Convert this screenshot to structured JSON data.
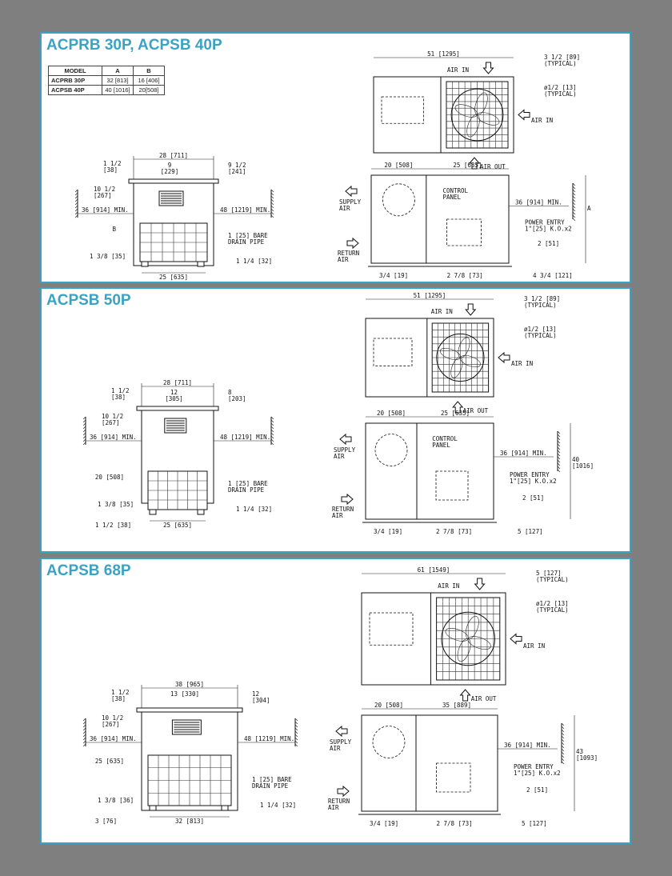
{
  "panels": [
    {
      "title": "ACPRB 30P, ACPSB 40P",
      "table": {
        "headers": [
          "MODEL",
          "A",
          "B"
        ],
        "rows": [
          [
            "ACPRB 30P",
            "32 [813]",
            "16 [406]"
          ],
          [
            "ACPSB 40P",
            "40 [1016]",
            "20[508]"
          ]
        ]
      },
      "front": {
        "width": "28 [711]",
        "top_offset": "9\n[229]",
        "right_offset": "9 1/2\n[241]",
        "left_top": "1 1/2\n[38]",
        "left_vent": "10 1/2\n[267]",
        "left_clear": "36 [914] MIN.",
        "right_clear": "48 [1219] MIN.",
        "height_letter": "B",
        "foot": "1 3/8 [35]",
        "drain": "1 [25] BARE\nDRAIN PIPE",
        "drain_off": "1 1/4 [32]",
        "base": "25 [635]"
      },
      "top": {
        "width": "51 [1295]",
        "air_in_top": "AIR IN",
        "corner": "3 1/2 [89]\n(TYPICAL)",
        "hole": "ø1/2 [13]\n(TYPICAL)",
        "air_in_side": "AIR IN",
        "air_out": "AIR OUT"
      },
      "side": {
        "left_w": "20 [508]",
        "right_w": "25 [635]",
        "control": "CONTROL\nPANEL",
        "supply": "SUPPLY\nAIR",
        "return": "RETURN\nAIR",
        "clear": "36 [914] MIN.",
        "power": "POWER ENTRY\n1\"[25] K.O.x2",
        "h1": "2 [51]",
        "b_left": "3/4 [19]",
        "b_mid": "2 7/8 [73]",
        "b_right": "4 3/4 [121]",
        "height": "A"
      }
    },
    {
      "title": "ACPSB 50P",
      "front": {
        "width": "28 [711]",
        "top_offset": "12\n[305]",
        "right_offset": "8\n[203]",
        "left_top": "1 1/2\n[38]",
        "left_vent": "10 1/2\n[267]",
        "left_clear": "36 [914] MIN.",
        "right_clear": "48 [1219] MIN.",
        "height_letter": "20 [508]",
        "foot": "1 3/8 [35]",
        "drain": "1 [25] BARE\nDRAIN PIPE",
        "drain_off": "1 1/4 [32]",
        "base": "25 [635]",
        "base_left": "1 1/2 [38]"
      },
      "top": {
        "width": "51 [1295]",
        "air_in_top": "AIR IN",
        "corner": "3 1/2 [89]\n(TYPICAL)",
        "hole": "ø1/2 [13]\n(TYPICAL)",
        "air_in_side": "AIR IN",
        "air_out": "AIR OUT"
      },
      "side": {
        "left_w": "20 [508]",
        "right_w": "25 [635]",
        "control": "CONTROL\nPANEL",
        "supply": "SUPPLY\nAIR",
        "return": "RETURN\nAIR",
        "clear": "36 [914] MIN.",
        "power": "POWER ENTRY\n1\"[25] K.O.x2",
        "h1": "2 [51]",
        "b_left": "3/4 [19]",
        "b_mid": "2 7/8 [73]",
        "b_right": "5 [127]",
        "height": "40\n[1016]"
      }
    },
    {
      "title": "ACPSB 68P",
      "front": {
        "width": "38 [965]",
        "top_offset": "13 [330]",
        "right_offset": "12\n[304]",
        "left_top": "1 1/2\n[38]",
        "left_vent": "10 1/2\n[267]",
        "left_clear": "36 [914] MIN.",
        "right_clear": "48 [1219] MIN.",
        "height_letter": "25 [635]",
        "foot": "1 3/8 [36]",
        "drain": "1 [25] BARE\nDRAIN PIPE",
        "drain_off": "1 1/4 [32]",
        "base": "32 [813]",
        "base_left": "3 [76]"
      },
      "top": {
        "width": "61 [1549]",
        "air_in_top": "AIR IN",
        "corner": "5 [127]\n(TYPICAL)",
        "hole": "ø1/2 [13]\n(TYPICAL)",
        "air_in_side": "AIR IN",
        "air_out": "AIR OUT"
      },
      "side": {
        "left_w": "20 [508]",
        "right_w": "35 [889]",
        "control": "",
        "supply": "SUPPLY\nAIR",
        "return": "RETURN\nAIR",
        "clear": "36 [914] MIN.",
        "power": "POWER ENTRY\n1\"[25] K.O.x2",
        "h1": "2 [51]",
        "b_left": "3/4 [19]",
        "b_mid": "2 7/8 [73]",
        "b_right": "5 [127]",
        "height": "43\n[1093]"
      }
    }
  ]
}
